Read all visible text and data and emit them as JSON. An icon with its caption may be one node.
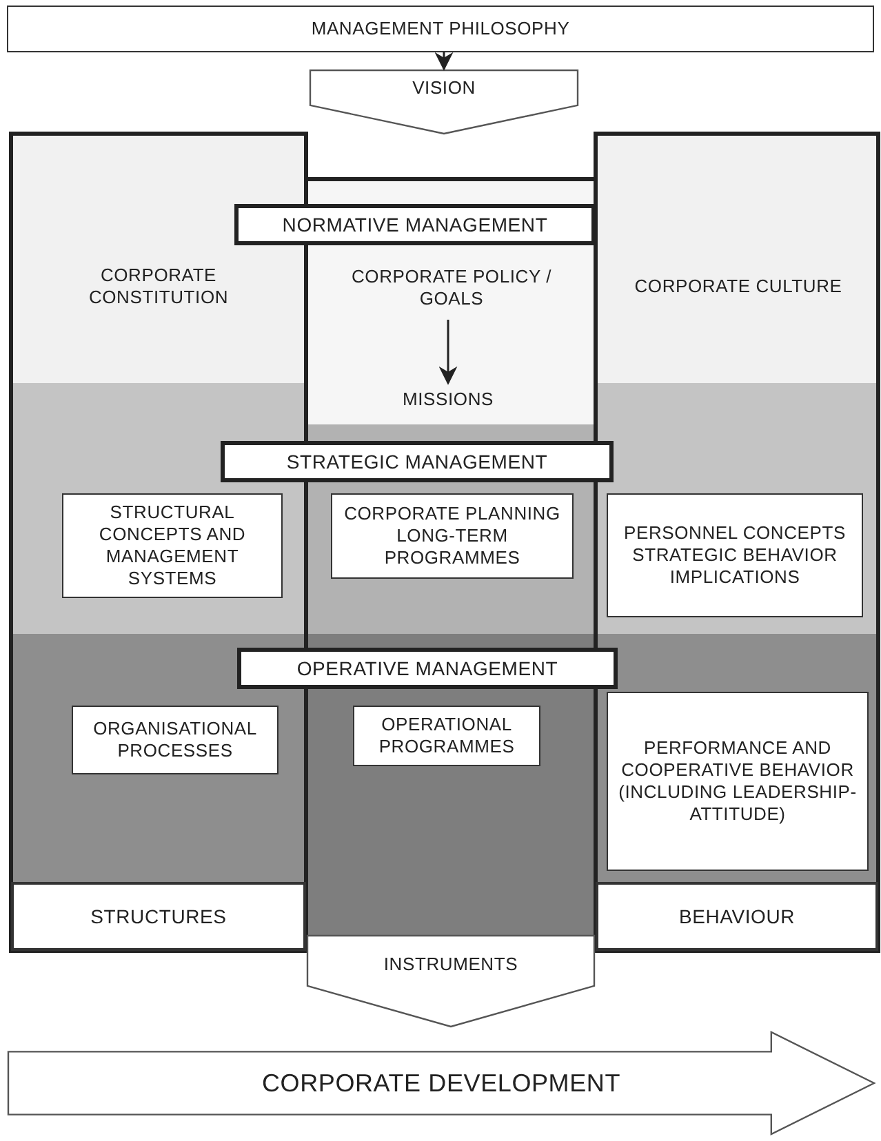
{
  "diagram": {
    "nodes": [
      {
        "text": [
          "MANAGEMENT PHILOSOPHY"
        ]
      },
      {
        "text": [
          "VISION"
        ]
      },
      {
        "text": [
          "NORMATIVE MANAGEMENT"
        ]
      },
      {
        "text": [
          "CORPORATE CONSTITUTION"
        ]
      },
      {
        "text": [
          "CORPORATE POLICY / GOALS"
        ]
      },
      {
        "text": [
          "CORPORATE CULTURE"
        ]
      },
      {
        "text": [
          "MISSIONS"
        ]
      },
      {
        "text": [
          "STRATEGIC MANAGEMENT"
        ]
      },
      {
        "text": [
          "STRUCTURAL CONCEPTS AND MANAGEMENT SYSTEMS"
        ]
      },
      {
        "text": [
          "CORPORATE PLANNING LONG-TERM PROGRAMMES"
        ]
      },
      {
        "text": [
          "PERSONNEL CONCEPTS STRATEGIC BEHAVIOR IMPLICATIONS"
        ]
      },
      {
        "text": [
          "OPERATIVE MANAGEMENT"
        ]
      },
      {
        "text": [
          "ORGANISATIONAL PROCESSES"
        ]
      },
      {
        "text": [
          "OPERATIONAL PROGRAMMES"
        ]
      },
      {
        "text": [
          "PERFORMANCE AND COOPERATIVE BEHAVIOR (INCLUDING LEADERSHIP-ATTITUDE)"
        ]
      },
      {
        "text": [
          "STRUCTURES"
        ]
      },
      {
        "text": [
          "INSTRUMENTS"
        ]
      },
      {
        "text": [
          "BEHAVIOUR"
        ]
      },
      {
        "text": [
          "CORPORATE DEVELOPMENT"
        ]
      }
    ],
    "edges": [
      {
        "from": 0,
        "to": 1,
        "arrow": "to"
      },
      {
        "from": 4,
        "to": 6,
        "arrow": "to"
      }
    ]
  }
}
